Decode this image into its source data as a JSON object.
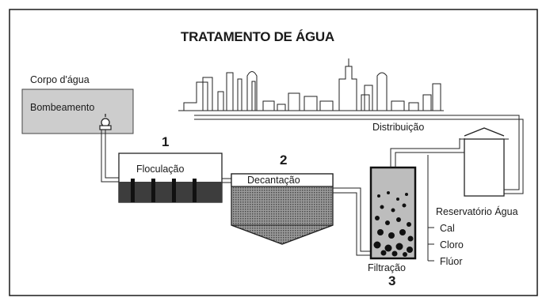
{
  "title": "TRATAMENTO DE ÁGUA",
  "labels": {
    "water_body": "Corpo d'água",
    "pumping": "Bombeamento",
    "flocculation": "Floculação",
    "decantation": "Decantação",
    "filtration": "Filtração",
    "distribution": "Distribuição",
    "reservoir": "Reservatório Água"
  },
  "steps": {
    "step1": "1",
    "step2": "2",
    "step3": "3"
  },
  "additives": {
    "lime": "Cal",
    "chlorine": "Cloro",
    "fluorine": "Flúor"
  },
  "colors": {
    "frame": "#1a1a1a",
    "water_body_fill": "#c8c8c8",
    "dark_water": "#3a3a3a",
    "sediment": "#8a8a8a"
  }
}
